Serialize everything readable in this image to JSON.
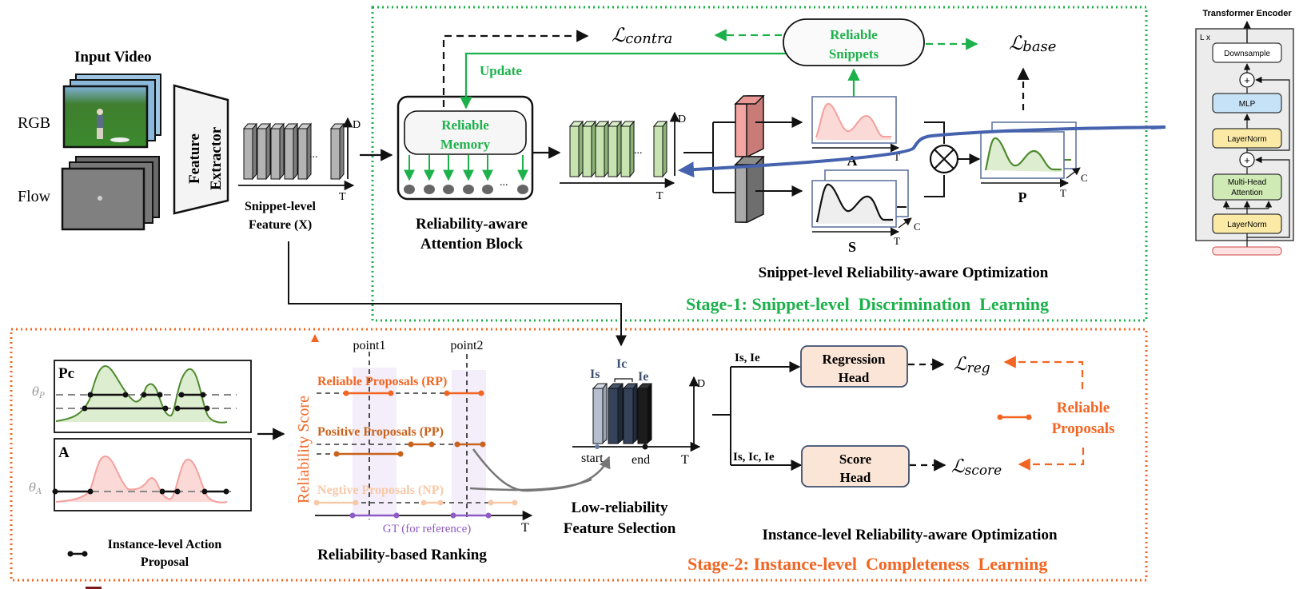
{
  "input": {
    "title": "Input Video",
    "rgb_label": "RGB",
    "flow_label": "Flow",
    "extractor_line1": "Feature",
    "extractor_line2": "Extractor",
    "feature_label_line1": "Snippet-level",
    "feature_label_line2": "Feature (X)",
    "axis_d": "D",
    "axis_t": "T",
    "ellipsis": "..."
  },
  "stage1": {
    "title": "Stage-1: Snippet-level  Discrimination  Learning",
    "color": "#1db14b",
    "loss_contra": "ℒ",
    "loss_contra_sub": "contra",
    "loss_base": "ℒ",
    "loss_base_sub": "base",
    "update_label": "Update",
    "reliable_snippets_line1": "Reliable",
    "reliable_snippets_line2": "Snippets",
    "memory_line1": "Reliable",
    "memory_line2": "Memory",
    "attention_label_line1": "Reliability-aware",
    "attention_label_line2": "Attention Block",
    "chart_a_label": "A",
    "chart_s_label": "S",
    "chart_p_label": "P",
    "axis_c": "C",
    "optimization_label": "Snippet-level Reliability-aware Optimization"
  },
  "transformer": {
    "title": "Transformer Encoder",
    "repeat_label": "L x",
    "blocks": [
      {
        "label": "Downsample",
        "color": "#ffffff"
      },
      {
        "label": "MLP",
        "color": "#c6e2f6"
      },
      {
        "label": "LayerNorm",
        "color": "#fbeaa6"
      },
      {
        "label": "Multi-Head Attention",
        "color": "#cfeab4"
      },
      {
        "label": "LayerNorm",
        "color": "#fbeaa6"
      }
    ],
    "add_symbol": "+"
  },
  "stage2": {
    "title": "Stage-2: Instance-level  Completeness  Learning",
    "color": "#f26522",
    "pc_label": "Pc",
    "a_label": "A",
    "theta_p": "θ",
    "theta_p_sub": "P",
    "theta_a": "θ",
    "theta_a_sub": "A",
    "legend_label_line1": "Instance-level Action",
    "legend_label_line2": "Proposal",
    "ranking": {
      "y_axis": "Reliability Score",
      "x_axis": "T",
      "point1": "point1",
      "point2": "point2",
      "rp_label": "Reliable Proposals (RP)",
      "pp_label": "Positive Proposals (PP)",
      "np_label": "Negtive Proposals (NP)",
      "gt_label": "GT (for reference)",
      "title": "Reliability-based Ranking",
      "rp_color": "#f26522",
      "pp_color": "#c8621c",
      "np_color": "#f8c9a8",
      "gt_color": "#8e5cc4"
    },
    "selection": {
      "is_label": "Is",
      "ic_label": "Ic",
      "ie_label": "Ie",
      "start_label": "start",
      "end_label": "end",
      "axis_d": "D",
      "axis_t": "T",
      "title_line1": "Low-reliability",
      "title_line2": "Feature Selection"
    },
    "heads": {
      "reg_input": "Is, Ie",
      "score_input": "Is, Ic, Ie",
      "reg_line1": "Regression",
      "reg_line2": "Head",
      "score_line1": "Score",
      "score_line2": "Head",
      "loss_reg": "ℒ",
      "loss_reg_sub": "reg",
      "loss_score": "ℒ",
      "loss_score_sub": "score",
      "reliable_line1": "Reliable",
      "reliable_line2": "Proposals"
    },
    "optimization_label": "Instance-level Reliability-aware Optimization"
  },
  "overlay": {
    "blue_arrow_color": "#4462ad"
  }
}
